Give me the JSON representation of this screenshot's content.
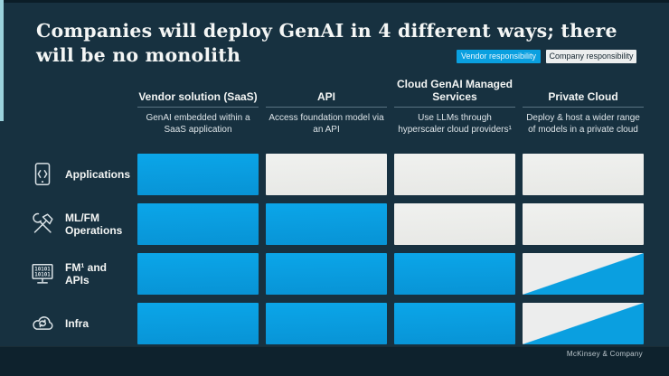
{
  "slide": {
    "title": "Companies will deploy GenAI in 4 different ways; there will be no monolith",
    "footer": "McKinsey & Company"
  },
  "legend": {
    "vendor": {
      "label": "Vendor responsibility",
      "color": "#0aa0e0"
    },
    "company": {
      "label": "Company responsibility",
      "color": "#eceeee"
    }
  },
  "colors": {
    "background": "#173140",
    "vendor_blue": "#0aa0e0",
    "company_white": "#ebedeb",
    "accent_teal": "#9bd2dc"
  },
  "columns": [
    {
      "title": "Vendor solution (SaaS)",
      "subtitle": "GenAI embedded within a SaaS application"
    },
    {
      "title": "API",
      "subtitle": "Access foundation model via an API"
    },
    {
      "title": "Cloud GenAI Managed Services",
      "subtitle": "Use LLMs through hyperscaler cloud providers¹"
    },
    {
      "title": "Private Cloud",
      "subtitle": "Deploy & host a wider range of models in a private cloud"
    }
  ],
  "rows": [
    {
      "label": "Applications",
      "icon": "mobile-app-icon",
      "cells": [
        "vendor",
        "company",
        "company",
        "company"
      ]
    },
    {
      "label": "ML/FM Operations",
      "icon": "crossed-tools-icon",
      "cells": [
        "vendor",
        "vendor",
        "company",
        "company"
      ]
    },
    {
      "label": "FM¹ and APIs",
      "icon": "binary-monitor-icon",
      "cells": [
        "vendor",
        "vendor",
        "vendor",
        "split"
      ]
    },
    {
      "label": "Infra",
      "icon": "cloud-sync-icon",
      "cells": [
        "vendor",
        "vendor",
        "vendor",
        "split"
      ]
    }
  ]
}
